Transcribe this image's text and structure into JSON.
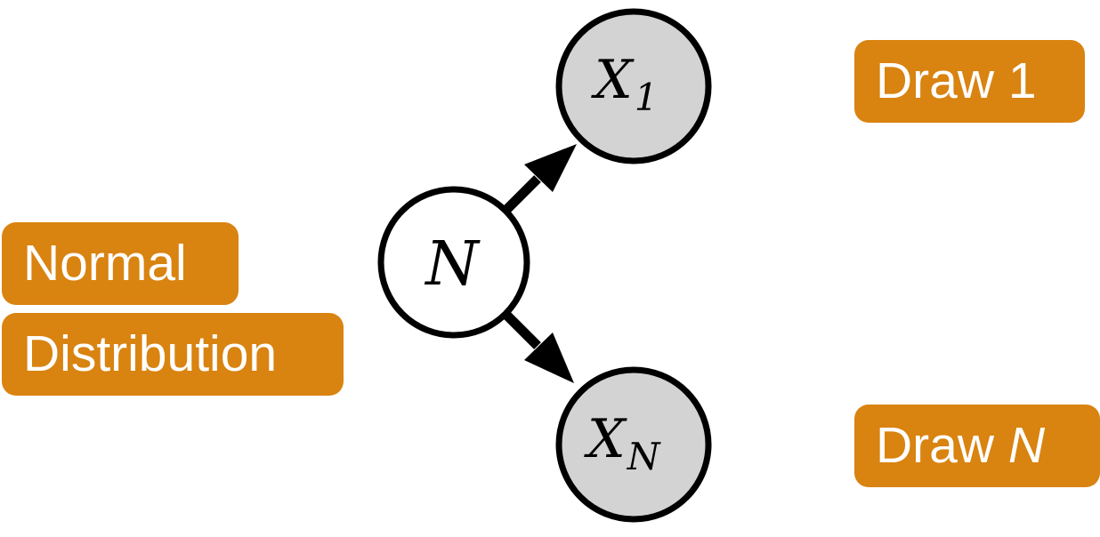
{
  "colors": {
    "tag_background": "#D98310",
    "observed_node_fill": "#D3D3D3",
    "latent_node_fill": "#FFFFFF",
    "stroke": "#000000"
  },
  "tags": {
    "normal": "Normal",
    "distribution": "Distribution",
    "draw_1": "Draw 1",
    "draw_n_prefix": "Draw ",
    "draw_n_var": "N"
  },
  "nodes": {
    "center": {
      "label": "N",
      "observed": false
    },
    "top": {
      "label": "X",
      "subscript": "1",
      "observed": true
    },
    "bottom": {
      "label": "X",
      "subscript": "N",
      "observed": true
    }
  },
  "edges": [
    {
      "from": "center",
      "to": "top"
    },
    {
      "from": "center",
      "to": "bottom"
    }
  ]
}
